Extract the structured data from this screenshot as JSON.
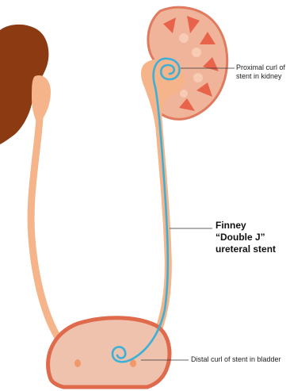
{
  "labels": {
    "proximal": [
      "Proximal curl of",
      "stent in kidney"
    ],
    "stent": [
      "Finney",
      "“Double J”",
      "ureteral stent"
    ],
    "distal": "Distal curl of stent in bladder"
  },
  "colors": {
    "kidney_left": "#8b3a12",
    "kidney_right_outline": "#e07a5f",
    "kidney_right_fill": "#f0b49a",
    "kidney_medulla": "#e8634a",
    "pelvis_ureter": "#f5b48a",
    "bladder_wall": "#e06a4c",
    "bladder_fill": "#efc2ae",
    "stent": "#3bb0d8",
    "leader_line": "#333333"
  }
}
